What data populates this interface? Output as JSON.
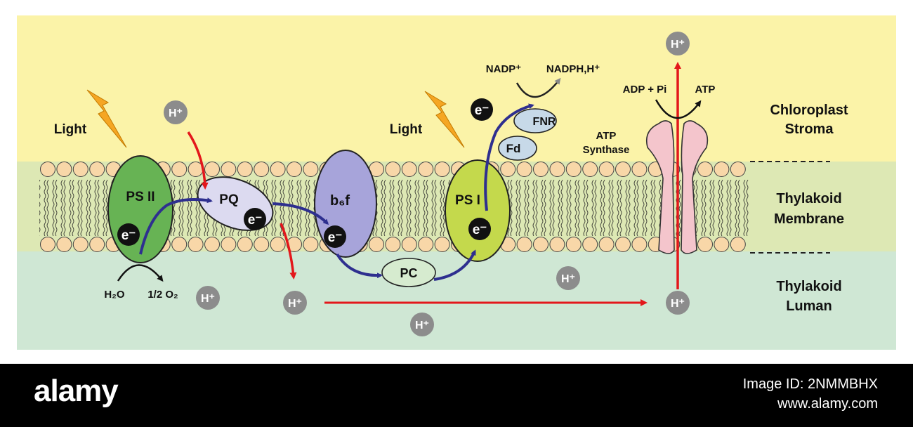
{
  "colors": {
    "stroma": "#fbf3a8",
    "membrane": "#dde8b4",
    "lumen": "#cfe7d4",
    "electron_arrow": "#2e2f8f",
    "proton_arrow": "#e3171b",
    "proton_badge": "#8c8c8c",
    "psii": "#67b354",
    "pq": "#dcdaf0",
    "b6f": "#a7a4da",
    "psi": "#c4d94c",
    "fd_fnr": "#c7d9e8",
    "pc": "#d6ebcf",
    "atp_synthase": "#f4c5cc",
    "lipid_head": "#f8d7a8",
    "light_bolt": "#f5a623"
  },
  "icons": {
    "lightning": "lightning-bolt-icon",
    "proton": "proton-badge-icon",
    "electron": "electron-badge-icon"
  },
  "labels": {
    "light": "Light",
    "proton": "H⁺",
    "electron": "e⁻",
    "psii": "PS II",
    "pq": "PQ",
    "b6f": "b₆f",
    "psi": "PS I",
    "fd": "Fd",
    "fnr": "FNR",
    "pc": "PC",
    "h2o": "H₂O",
    "o2": "1/2 O₂",
    "nadp": "NADP⁺",
    "nadph": "NADPH,H⁺",
    "adp": "ADP + Pi",
    "atp": "ATP",
    "atp_synthase_line1": "ATP",
    "atp_synthase_line2": "Synthase"
  },
  "regions": {
    "stroma_line1": "Chloroplast",
    "stroma_line2": "Stroma",
    "membrane_line1": "Thylakoid",
    "membrane_line2": "Membrane",
    "lumen_line1": "Thylakoid",
    "lumen_line2": "Luman"
  },
  "watermark": {
    "text": "alamy",
    "image_id": "Image ID: 2NMMBHX",
    "site": "www.alamy.com"
  }
}
